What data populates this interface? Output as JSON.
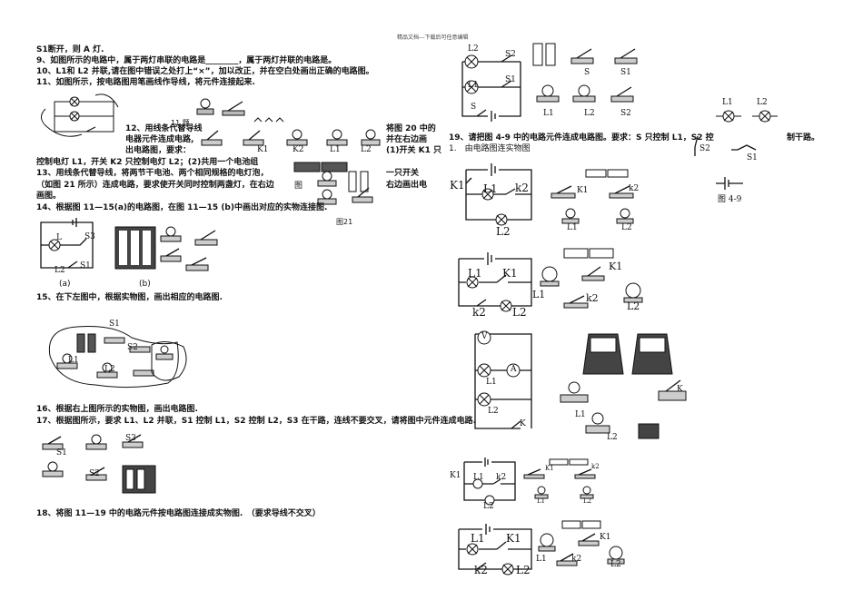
{
  "header": "精品文档---下载后可任意编辑",
  "left": {
    "q8_tail": "S1断开，则 A 灯.",
    "q9": "9、如图所示的电路中，属于两灯串联的电路是________，属于两灯并联的电路是。",
    "q10": "10、L1和 L2 并联,请在图中错误之处打上“×”，加以改正，并在空白处画出正确的电路图。",
    "q11": "11、如图所示，按电路图用笔画线作导线，将元件连接起来.",
    "fig11_label": "11 题",
    "q12_l1": "12、用线条代替导线",
    "q12_l2": "电器元件连成电路,",
    "q12_l3": "出电路图，要求：",
    "q12_req": "控制电灯 L1，开关 K2 只控制电灯 L2；(2)共用一个电池组",
    "q13_l1": "13、用线条代替导线，将两节干电池、两个相同规格的电灯泡，",
    "q13_l2": "（如图 21 所示）连成电路，要求使开关同时控制两盏灯，在右边",
    "q13_l3": "画图。",
    "fig20_l1": "将图 20 中的",
    "fig20_l2": "并在右边画",
    "fig20_l3": "(1)开关 K1 只",
    "fig21_l1": "一只开关",
    "fig21_l2": "右边画出电",
    "fig21_tu": "图",
    "fig21": "图21",
    "q14": "14、根据图 11—15(a)的电路图，在图 11—15 (b)中画出对应的实物连接图.",
    "q14_a": "(a)",
    "q14_b": "(b)",
    "q15": "15、在下左图中，根据实物图，画出相应的电路图.",
    "q16": "16、根据右上图所示的实物图，画出电路图.",
    "q17": "17、根据图所示，要求 L1、L2 并联，S1 控制 L1，S2 控制 L2，S3 在干路，连线不要交叉，请将图中元件连成电路.",
    "q18": "18、将图 11—19 中的电路元件按电路图连接成实物图.　（要求导线不交叉）",
    "labels": {
      "L": "L",
      "L1": "L1",
      "L2": "L2",
      "S1": "S1",
      "S2": "S2",
      "S3": "S3",
      "K1": "K1",
      "K2": "K2"
    }
  },
  "right": {
    "q19": "19、请把图 4-9 中的电路元件连成电路图。要求：S 只控制 L1，S2 控",
    "q19_tail": "制干路。",
    "q19_sub": "1.　由电路图连实物图",
    "fig49": "图 4-9",
    "labels": {
      "S": "S",
      "S1": "S1",
      "S2": "S2",
      "L1": "L1",
      "L2": "L2",
      "K1": "K1",
      "k2": "k2",
      "K": "K",
      "V": "V",
      "A": "A"
    }
  }
}
